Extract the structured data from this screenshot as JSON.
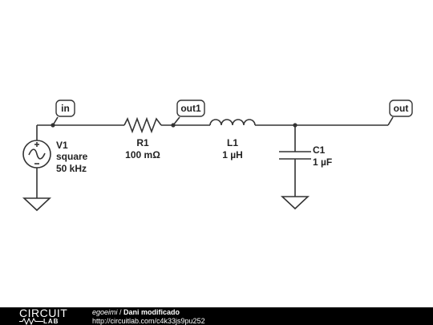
{
  "nets": {
    "in": "in",
    "out1": "out1",
    "out": "out"
  },
  "components": {
    "v1": {
      "ref": "V1",
      "kind": "square",
      "freq": "50 kHz"
    },
    "r1": {
      "ref": "R1",
      "value": "100 mΩ"
    },
    "l1": {
      "ref": "L1",
      "value": "1 µH"
    },
    "c1": {
      "ref": "C1",
      "value": "1 µF"
    }
  },
  "footer": {
    "brand_top": "CIRCUIT",
    "brand_bottom": "LAB",
    "author": "egoeimi",
    "separator": " / ",
    "title": "Dani modificado",
    "url": "http://circuitlab.com/c4k33js9pu252"
  }
}
